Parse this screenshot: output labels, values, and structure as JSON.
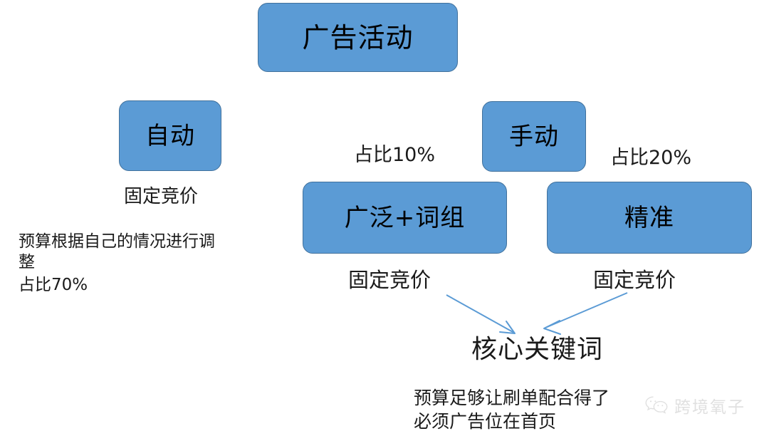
{
  "diagram": {
    "title": "广告活动",
    "nodes": [
      {
        "id": "campaign",
        "label": "广告活动"
      },
      {
        "id": "auto",
        "label": "自动"
      },
      {
        "id": "manual",
        "label": "手动"
      },
      {
        "id": "broad_phrase",
        "label": "广泛+词组"
      },
      {
        "id": "exact",
        "label": "精准"
      }
    ],
    "node_fill": "#5B9BD5",
    "node_border": "#41719C",
    "arrow_color": "#5B9BD5"
  },
  "captions": {
    "auto_bid": "固定竞价",
    "share_10": "占比10%",
    "share_20": "占比20%",
    "bid_mid": "固定竞价",
    "bid_right": "固定竞价",
    "core_keyword": "核心关键词"
  },
  "notes": {
    "auto_line1": "预算根据自己的情况进行调",
    "auto_line2": "整",
    "auto_share": "占比70%",
    "core_line1": "预算足够让刷单配合得了",
    "core_line2": "必须广告位在首页"
  },
  "watermark": {
    "text": "跨境氧子",
    "icon": "wechat-icon"
  }
}
